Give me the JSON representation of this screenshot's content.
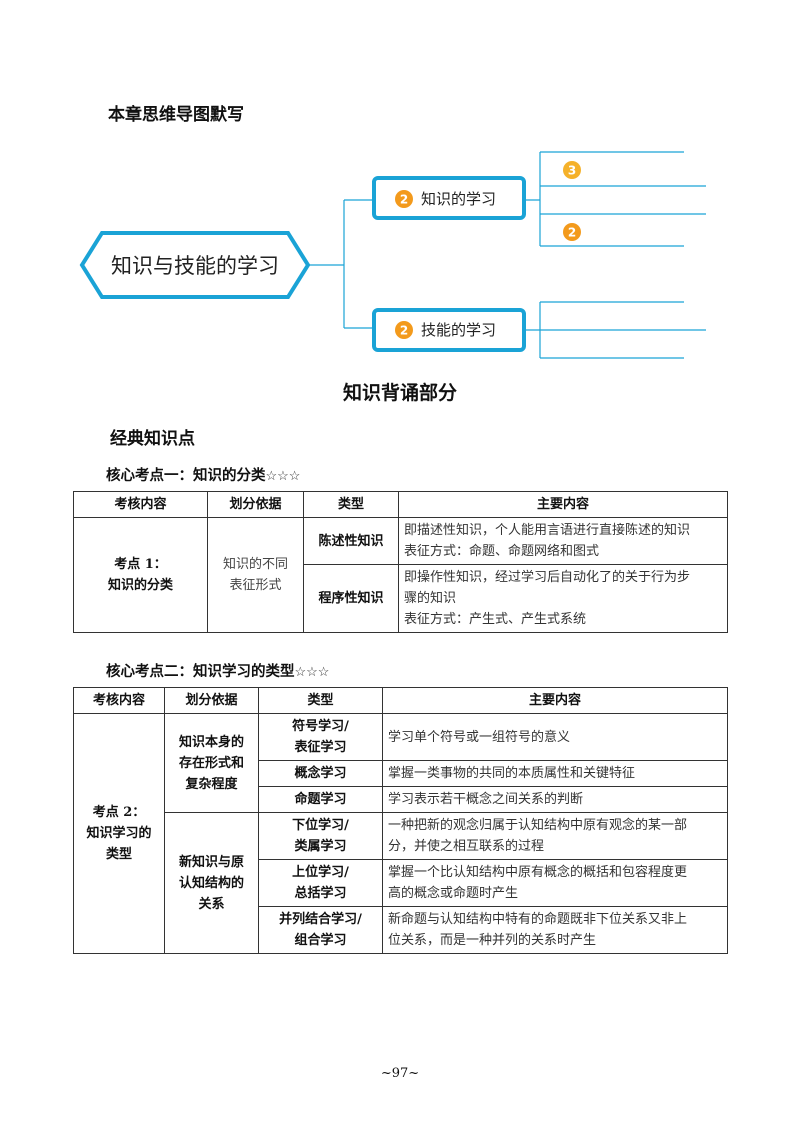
{
  "mindmap_heading": "本章思维导图默写",
  "mindmap": {
    "root": "知识与技能的学习",
    "branch1": {
      "badge": "2",
      "label": "知识的学习"
    },
    "branch1_sub_badges": [
      "3",
      "2"
    ],
    "branch2": {
      "badge": "2",
      "label": "技能的学习"
    },
    "colors": {
      "accent": "#1aa3d6",
      "badge": "#f39a1c",
      "badge_light": "#f5b12a"
    }
  },
  "section_title": "知识背诵部分",
  "classic_title": "经典知识点",
  "core1": {
    "title": "核心考点一：知识的分类",
    "stars": "☆☆☆",
    "headers": [
      "考核内容",
      "划分依据",
      "类型",
      "主要内容"
    ],
    "point": "考点 1：",
    "point_name": "知识的分类",
    "basis_line1": "知识的不同",
    "basis_line2": "表征形式",
    "rows": [
      {
        "type": "陈述性知识",
        "line1": "即描述性知识，个人能用言语进行直接陈述的知识",
        "line2": "表征方式：命题、命题网络和图式"
      },
      {
        "type": "程序性知识",
        "line1": "即操作性知识，经过学习后自动化了的关于行为步",
        "line2": "骤的知识",
        "line3": "表征方式：产生式、产生式系统"
      }
    ]
  },
  "core2": {
    "title": "核心考点二：知识学习的类型",
    "stars": "☆☆☆",
    "headers": [
      "考核内容",
      "划分依据",
      "类型",
      "主要内容"
    ],
    "point": "考点 2：",
    "point_line2": "知识学习的",
    "point_line3": "类型",
    "group1": {
      "l1": "知识本身的",
      "l2": "存在形式和",
      "l3": "复杂程度"
    },
    "group2": {
      "l1": "新知识与原",
      "l2": "认知结构的",
      "l3": "关系"
    },
    "rows": [
      {
        "t1": "符号学习/",
        "t2": "表征学习",
        "d1": "学习单个符号或一组符号的意义",
        "d2": ""
      },
      {
        "t1": "概念学习",
        "t2": "",
        "d1": "掌握一类事物的共同的本质属性和关键特征",
        "d2": ""
      },
      {
        "t1": "命题学习",
        "t2": "",
        "d1": "学习表示若干概念之间关系的判断",
        "d2": ""
      },
      {
        "t1": "下位学习/",
        "t2": "类属学习",
        "d1": "一种把新的观念归属于认知结构中原有观念的某一部",
        "d2": "分，并使之相互联系的过程"
      },
      {
        "t1": "上位学习/",
        "t2": "总括学习",
        "d1": "掌握一个比认知结构中原有概念的概括和包容程度更",
        "d2": "高的概念或命题时产生"
      },
      {
        "t1": "并列结合学习/",
        "t2": "组合学习",
        "d1": "新命题与认知结构中特有的命题既非下位关系又非上",
        "d2": "位关系，而是一种并列的关系时产生"
      }
    ]
  },
  "page_number": "~97~"
}
